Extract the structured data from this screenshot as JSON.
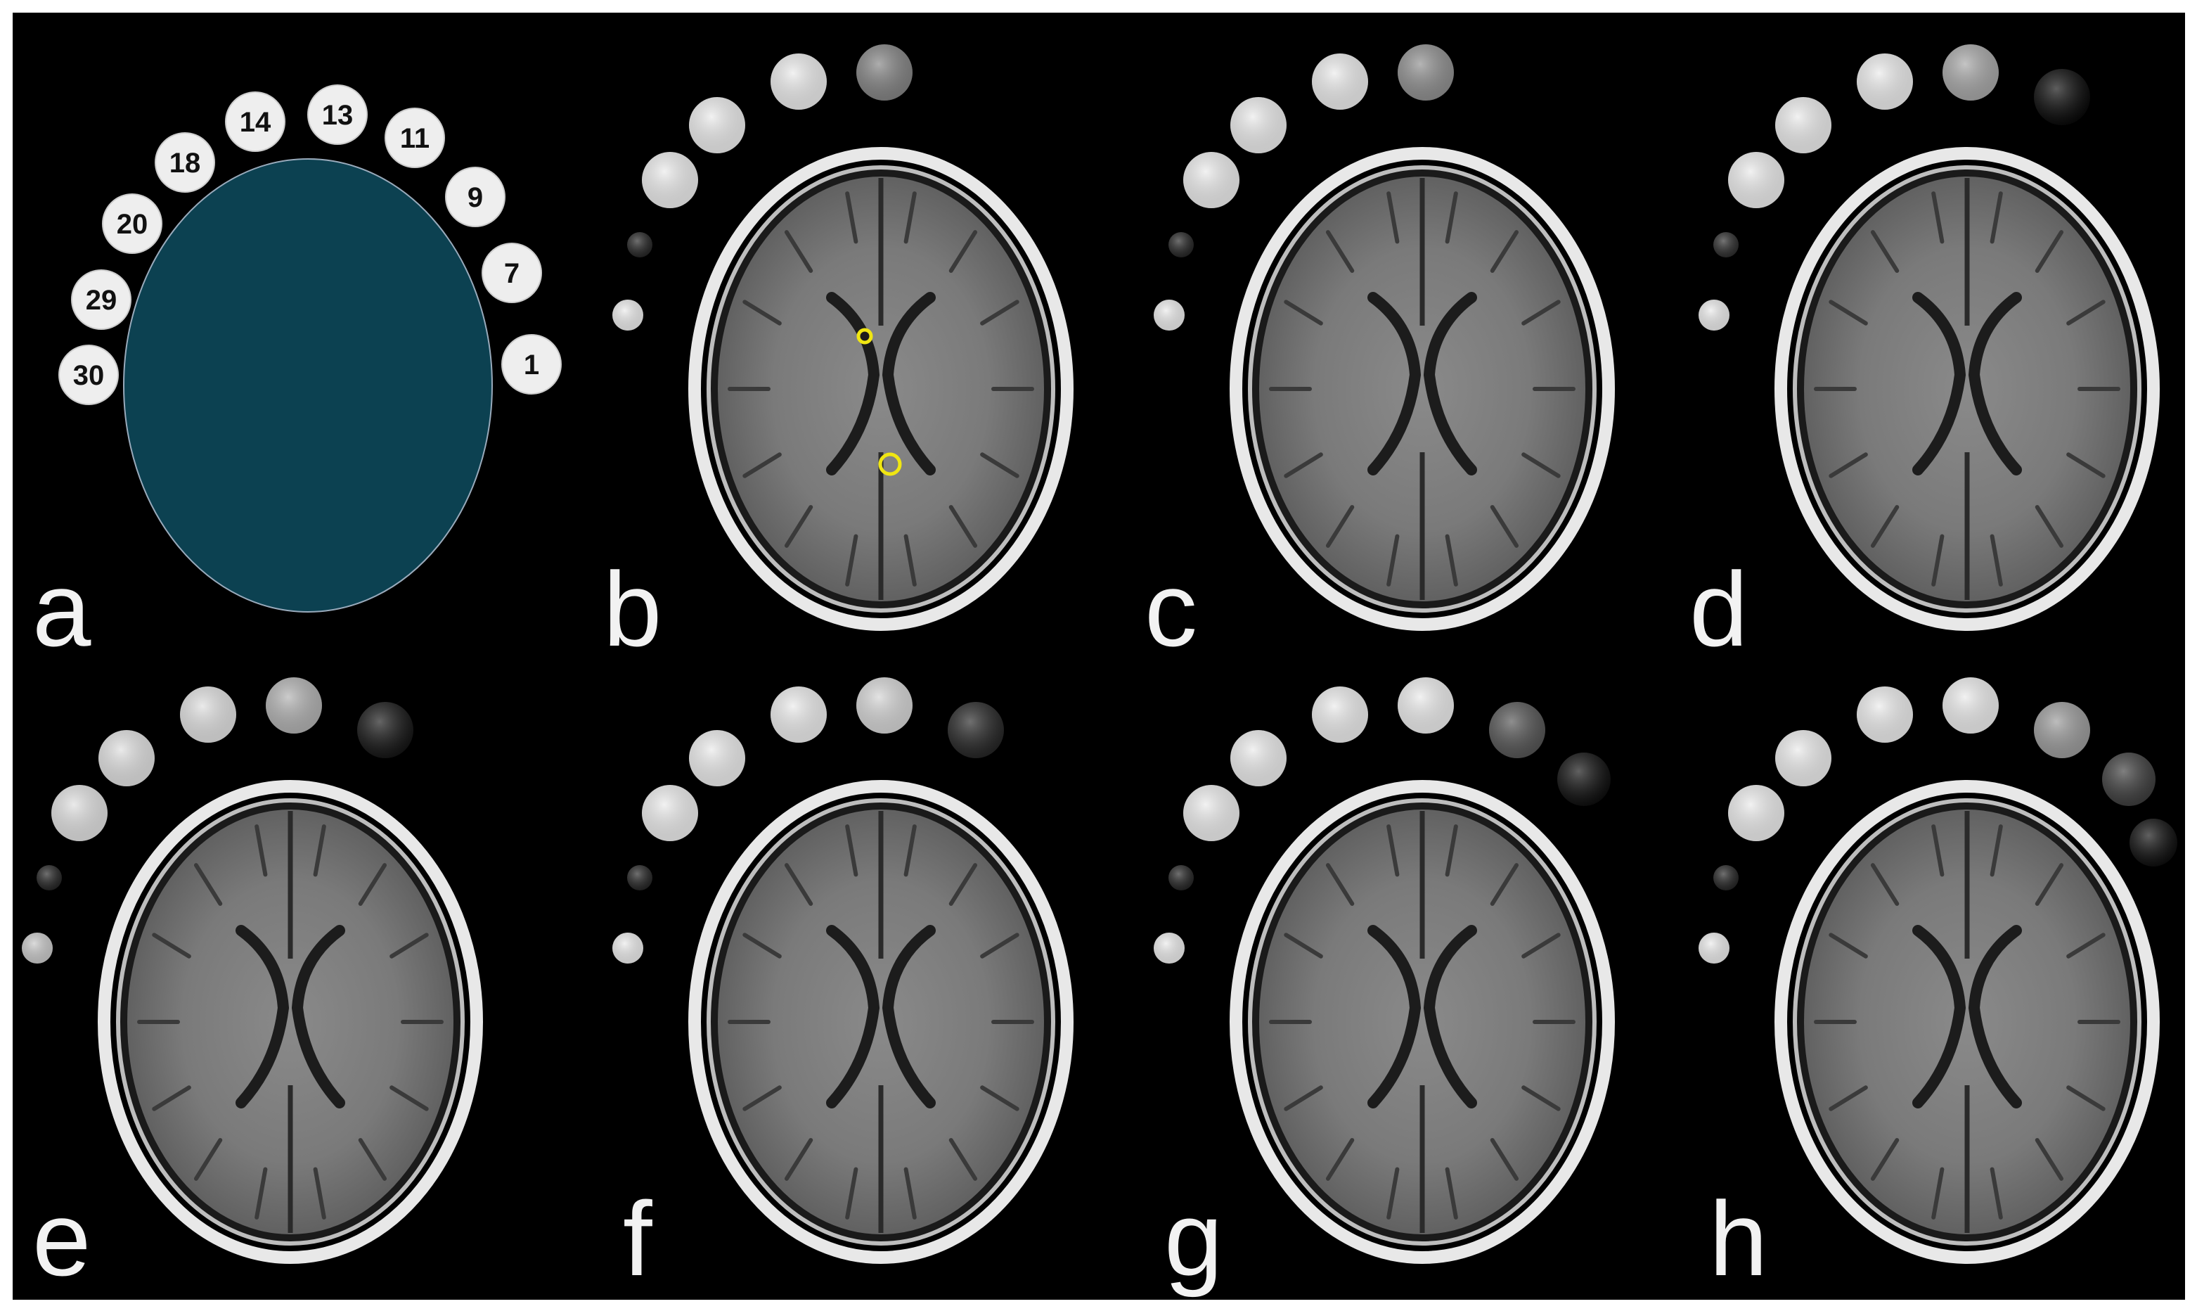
{
  "panel_a": {
    "letter": "a",
    "phantom_color": "#0c4151",
    "vial_labels": [
      "30",
      "29",
      "20",
      "18",
      "14",
      "13",
      "11",
      "9",
      "7",
      "1"
    ]
  },
  "panels": [
    {
      "letter": "b",
      "vials": [
        1,
        0.15,
        1,
        1,
        1,
        0.55,
        0.0,
        0.0,
        0.0
      ],
      "roi_markers": true
    },
    {
      "letter": "c",
      "vials": [
        1,
        0.15,
        1,
        1,
        1,
        0.6,
        0.0,
        0.0,
        0.0
      ],
      "roi_markers": false
    },
    {
      "letter": "d",
      "vials": [
        1,
        0.18,
        1,
        1,
        1,
        0.7,
        0.03,
        0.0,
        0.0
      ],
      "roi_markers": false
    },
    {
      "letter": "e",
      "vials": [
        0.85,
        0.15,
        0.95,
        0.95,
        0.95,
        0.75,
        0.08,
        0.0,
        0.0
      ],
      "roi_markers": false
    },
    {
      "letter": "f",
      "vials": [
        1,
        0.15,
        1,
        1,
        1,
        0.9,
        0.15,
        0.0,
        0.0
      ],
      "roi_markers": false
    },
    {
      "letter": "g",
      "vials": [
        1,
        0.15,
        1,
        1,
        1,
        1,
        0.35,
        0.05,
        0.0
      ],
      "roi_markers": false
    },
    {
      "letter": "h",
      "vials": [
        1,
        0.15,
        1,
        1,
        1,
        1,
        0.65,
        0.25,
        0.05
      ],
      "roi_markers": false
    }
  ],
  "colors": {
    "background": "#000000",
    "roi_marker": "#f0e612",
    "vial_label_fill": "#eeeeee"
  }
}
